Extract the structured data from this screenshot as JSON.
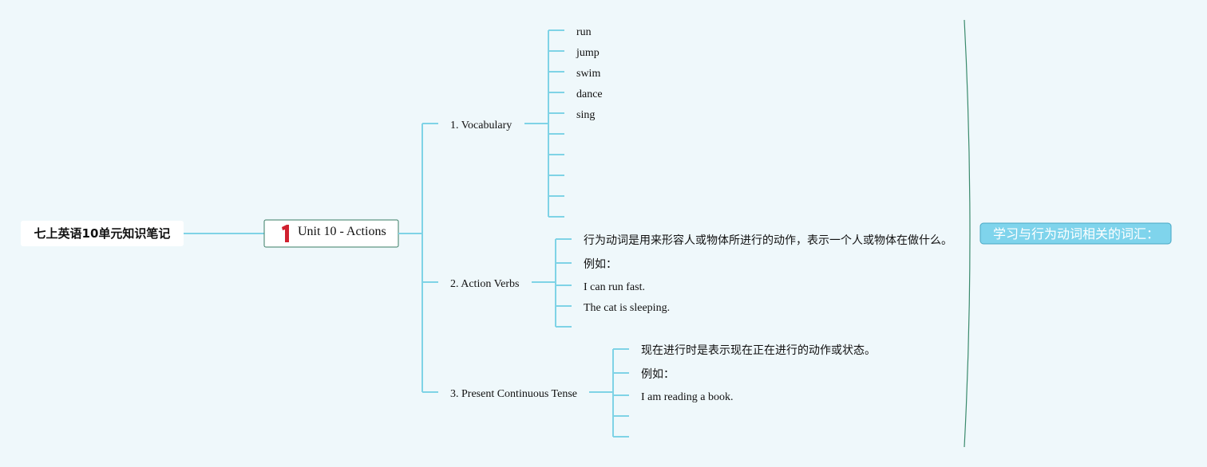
{
  "colors": {
    "background": "#eff8fb",
    "branch_line": "#7fd3e6",
    "root_line": "#7fd3e6",
    "unit_border": "#3a7d66",
    "unit_badge": "#d0202f",
    "summary_fill": "#7fd4ec",
    "summary_border": "#4aa8c4",
    "summary_text": "#ffffff",
    "brace": "#3a8a6c"
  },
  "root": {
    "title": "七上英语10单元知识笔记"
  },
  "unit": {
    "badge": "1",
    "title": "Unit 10 - Actions"
  },
  "branches": [
    {
      "label": "1. Vocabulary",
      "items": [
        "run",
        "jump",
        "swim",
        "dance",
        "sing",
        "",
        "",
        "",
        "",
        ""
      ]
    },
    {
      "label": "2. Action Verbs",
      "items": [
        "行为动词是用来形容人或物体所进行的动作，表示一个人或物体在做什么。",
        "例如：",
        "I can run fast.",
        "The cat is sleeping.",
        ""
      ]
    },
    {
      "label": "3. Present Continuous Tense",
      "items": [
        "现在进行时是表示现在正在进行的动作或状态。",
        "例如：",
        "I am reading a book.",
        "",
        ""
      ]
    }
  ],
  "summary": {
    "text": "学习与行为动词相关的词汇："
  }
}
